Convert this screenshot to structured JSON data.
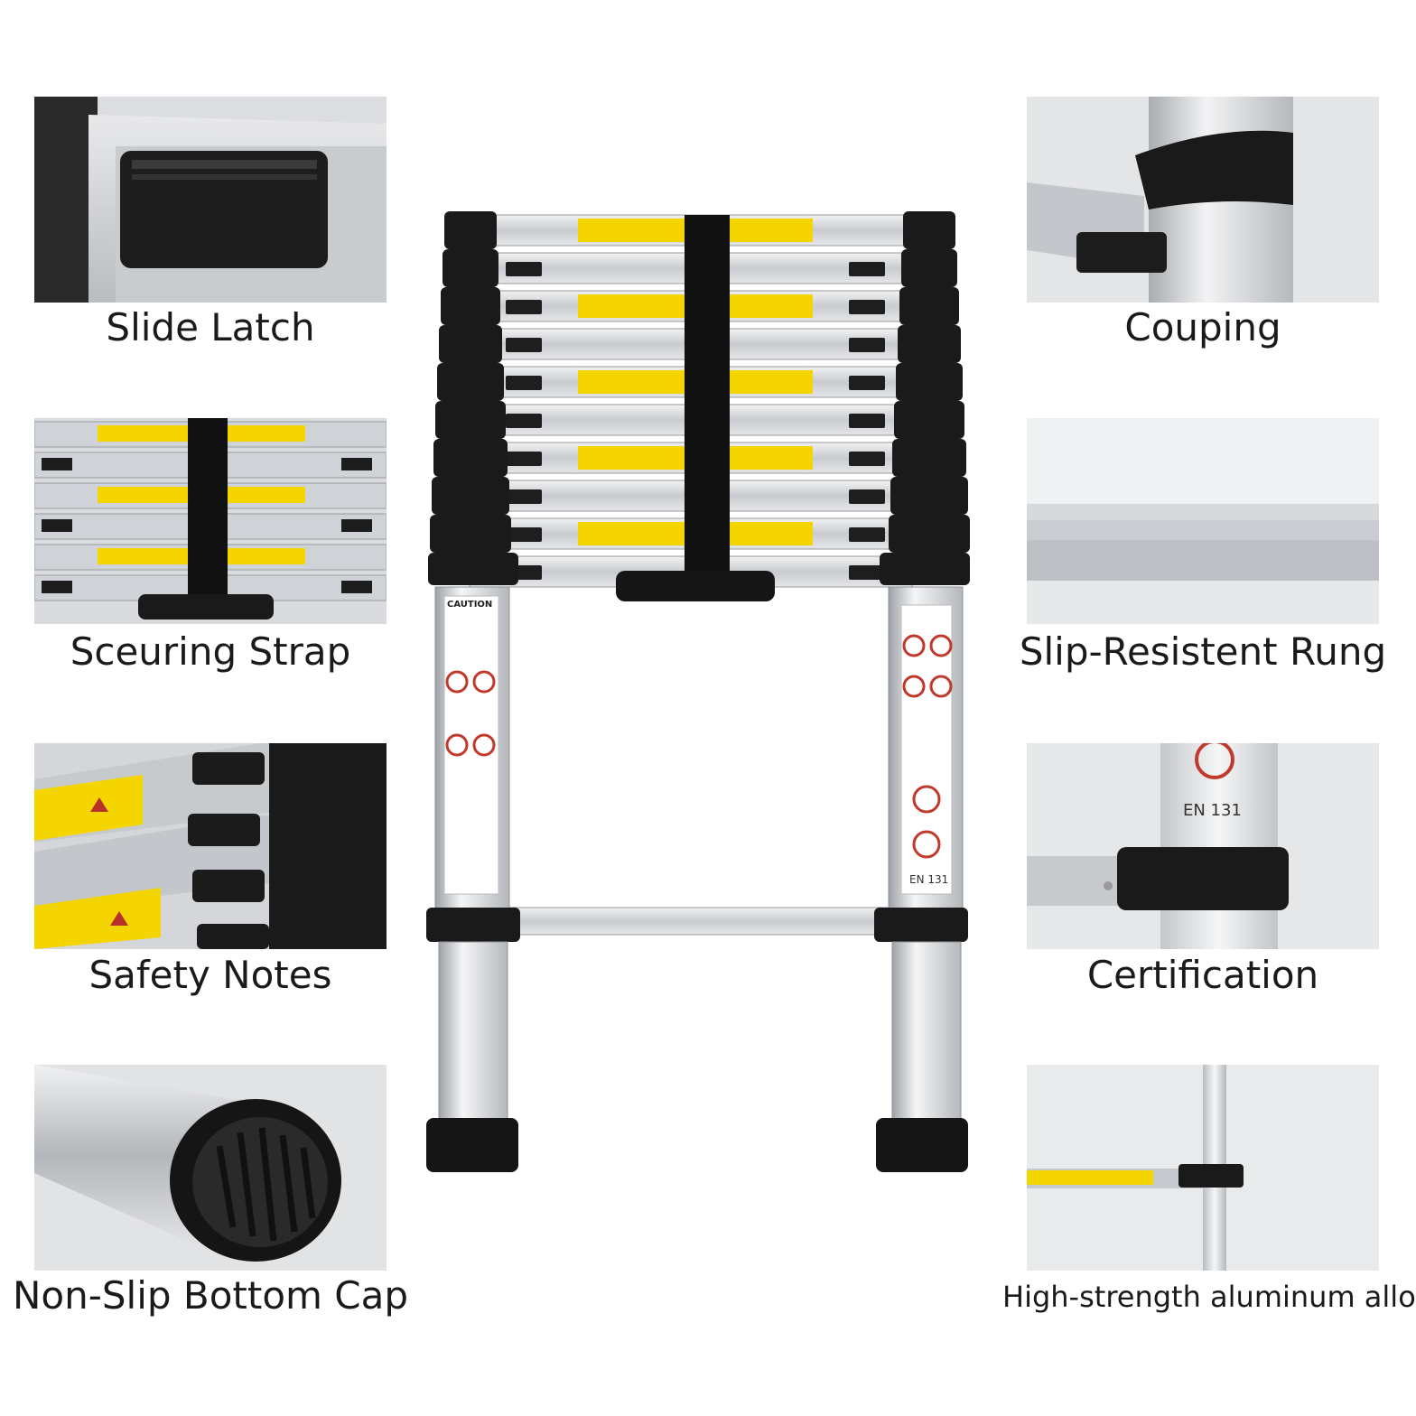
{
  "features": {
    "slide_latch": "Slide Latch",
    "couping": "Couping",
    "securing_strap": "Sceuring Strap",
    "slip_rung": "Slip-Resistent Rung",
    "safety_notes": "Safety Notes",
    "certification": "Certification",
    "bottom_cap": "Non-Slip Bottom Cap",
    "alloy": "High-strength aluminum alloy"
  },
  "labels": {
    "cert_code": "EN 131",
    "caution": "CAUTION"
  },
  "colors": {
    "rubber": "#1c1c1c",
    "aluminum": "#cfd2d6",
    "warning_yellow": "#f5d500",
    "background": "#ffffff"
  }
}
